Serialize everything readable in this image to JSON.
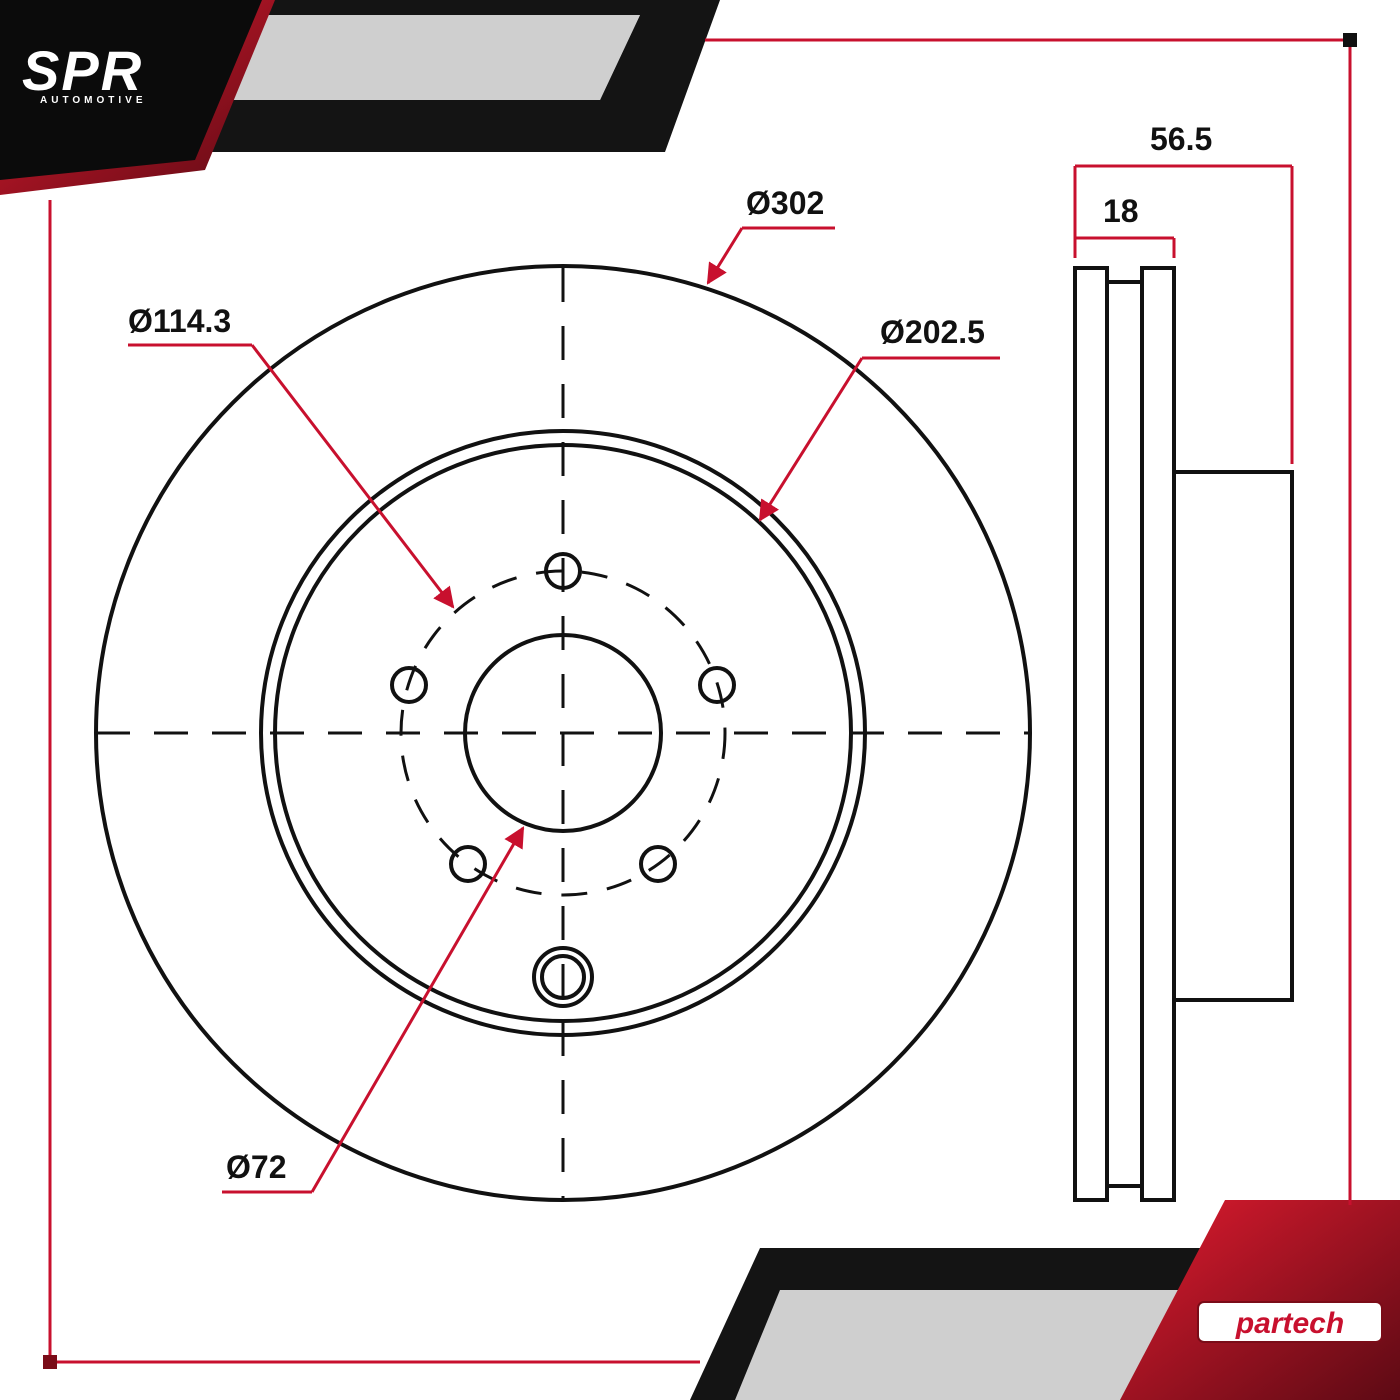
{
  "brand": {
    "spr_logo": "SPR",
    "spr_tagline": "AUTOMOTIVE",
    "partner_logo": "partech"
  },
  "dimensions": {
    "outer_diameter": "Ø302",
    "hat_diameter": "Ø202.5",
    "bolt_circle": "Ø114.3",
    "center_bore": "Ø72",
    "overall_height": "56.5",
    "thickness": "18"
  },
  "colors": {
    "line": "#111111",
    "accent_red": "#c8102e",
    "dark_red": "#7a0c18",
    "black_band": "#141414",
    "gray_band": "#cfcfcf"
  }
}
